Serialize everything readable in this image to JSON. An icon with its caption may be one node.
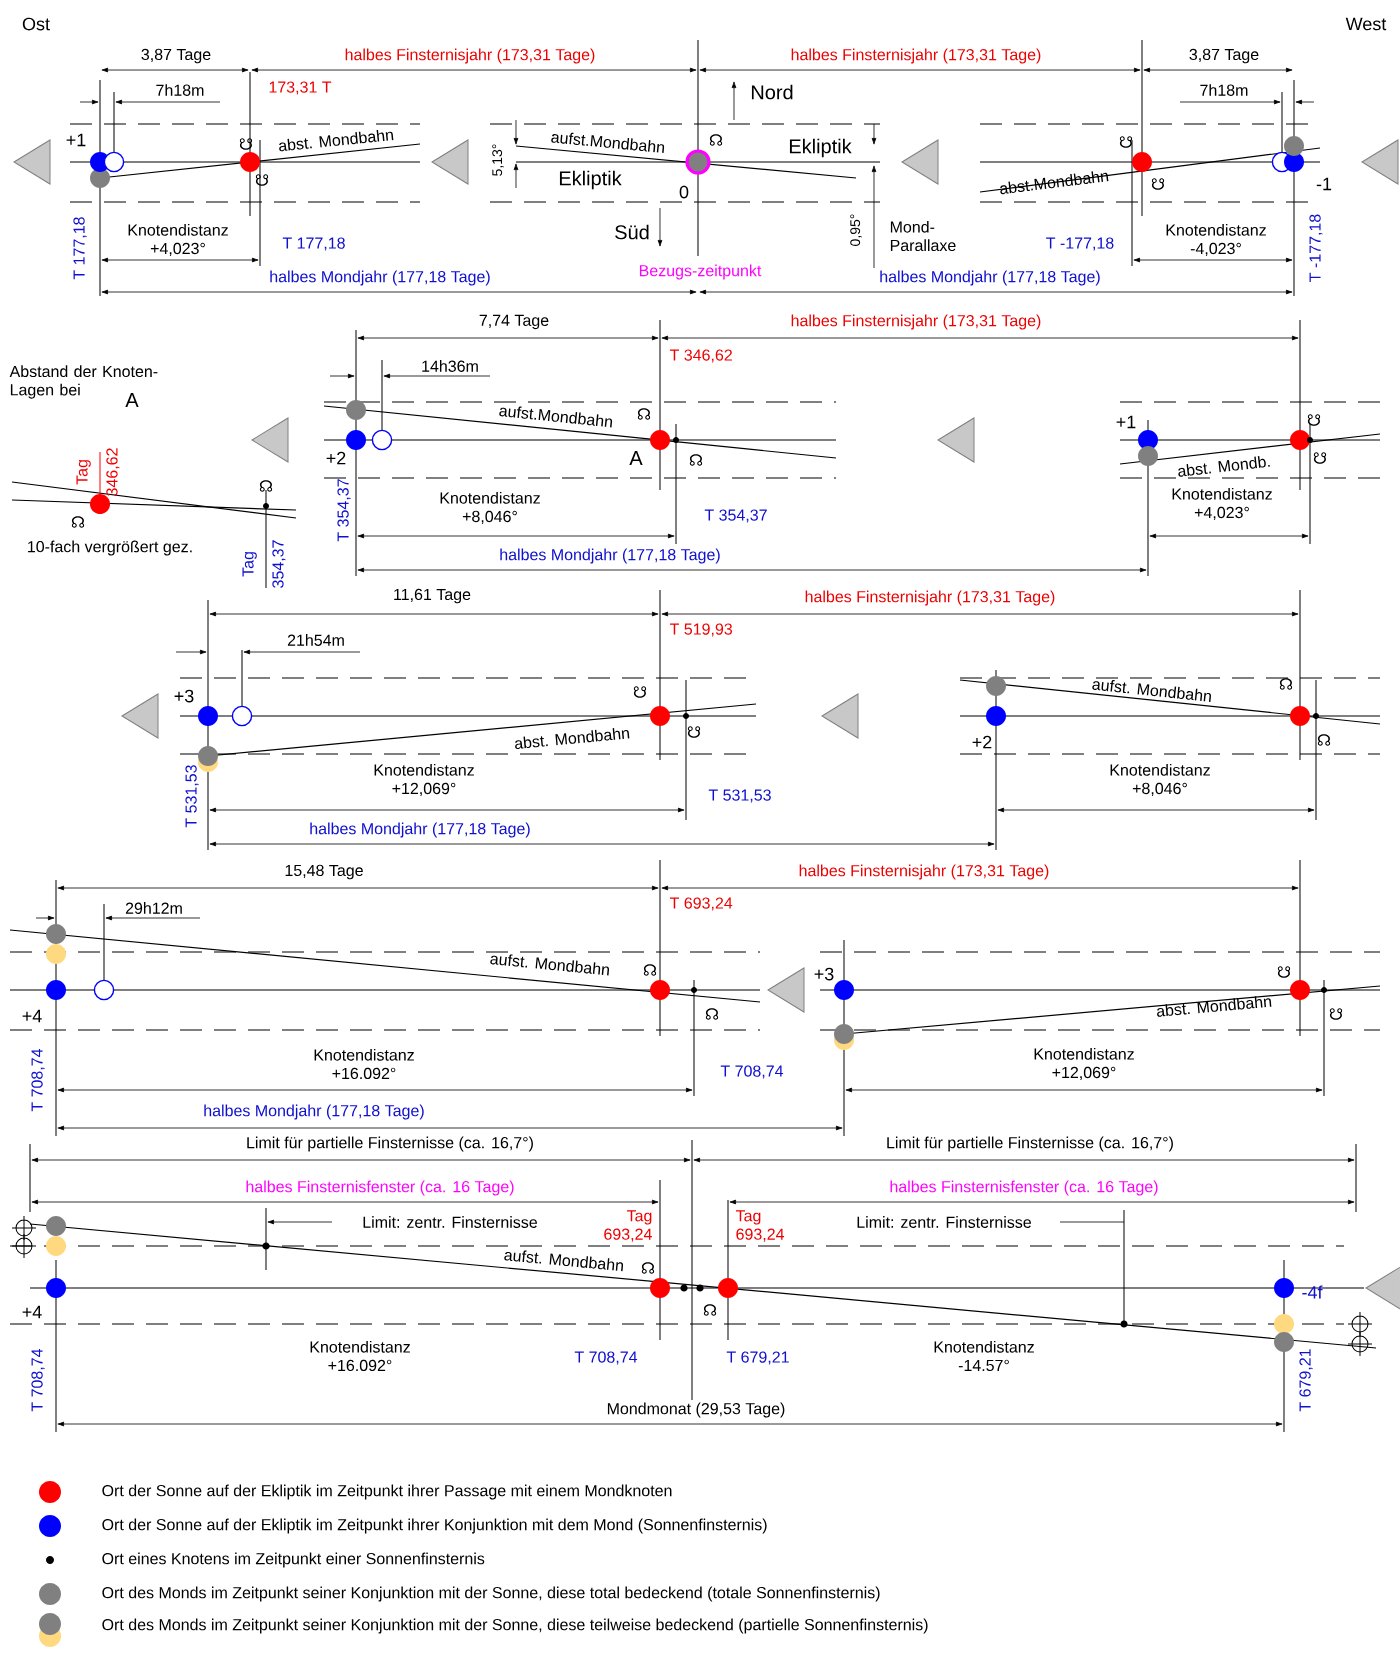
{
  "diagram": {
    "labels": [
      "Ost",
      "West",
      "3,87 Tage",
      "halbes Finsternisjahr (173,31 Tage)",
      "halbes Finsternisjahr (173,31 Tage)",
      "3,87 Tage",
      "7h18m",
      "173,31 T",
      "Nord",
      "7h18m",
      "+1",
      "☋",
      "abst. Mondbahn",
      "5,13°",
      "aufst.Mondbahn",
      "☊",
      "Ekliptik",
      "☋",
      "Ekliptik",
      "0",
      "☋",
      "abst.Mondbahn",
      "☋",
      "-1",
      "Süd",
      "0,95°",
      "Mond- Parallaxe",
      "T 177,18",
      "Knotendistanz +4,023°",
      "T 177,18",
      "T -177,18",
      "Knotendistanz -4,023°",
      "T -177,18",
      "halbes Mondjahr (177,18 Tage)",
      "Bezugs-zeitpunkt",
      "halbes Mondjahr (177,18 Tage)",
      "7,74 Tage",
      "halbes Finsternisjahr (173,31 Tage)",
      "Abstand der Knoten- Lagen bei",
      "A",
      "T 346,62",
      "14h36m",
      "aufst.Mondbahn",
      "☊",
      "+1",
      "☋",
      "+2",
      "A",
      "☊",
      "abst. Mondb.",
      "☋",
      "Tag 346,62",
      "☊",
      "☊",
      "10-fach vergrößert gez.",
      "Tag 354,37",
      "Knotendistanz +8,046°",
      "T 354,37",
      "T 354,37",
      "Knotendistanz +4,023°",
      "halbes Mondjahr (177,18 Tage)",
      "11,61 Tage",
      "halbes Finsternisjahr (173,31 Tage)",
      "T 519,93",
      "21h54m",
      "aufst. Mondbahn",
      "☊",
      "+3",
      "☋",
      "abst. Mondbahn",
      "☋",
      "+2",
      "☊",
      "T 531,53",
      "Knotendistanz +12,069°",
      "T 531,53",
      "Knotendistanz +8,046°",
      "halbes Mondjahr (177,18 Tage)",
      "15,48 Tage",
      "halbes Finsternisjahr (173,31 Tage)",
      "29h12m",
      "T 693,24",
      "aufst. Mondbahn",
      "☊",
      "+3",
      "☋",
      "abst. Mondbahn",
      "+4",
      "☊",
      "☋",
      "T 708,74",
      "Knotendistanz +16.092°",
      "T 708,74",
      "Knotendistanz +12,069°",
      "halbes Mondjahr (177,18 Tage)",
      "Limit für partielle Finsternisse (ca. 16,7°)",
      "Limit für partielle Finsternisse (ca. 16,7°)",
      "halbes Finsternisfenster (ca. 16 Tage)",
      "halbes Finsternisfenster (ca. 16 Tage)",
      "Limit: zentr. Finsternisse",
      "Tag 693,24",
      "Tag 693,24",
      "Limit: zentr. Finsternisse",
      "aufst. Mondbahn",
      "☊",
      "-4f",
      "+4",
      "☊",
      "T 708,74",
      "Knotendistanz +16.092°",
      "T 708,74",
      "T 679,21",
      "Knotendistanz -14.57°",
      "T 679,21",
      "Mondmonat (29,53 Tage)"
    ],
    "legend": [
      {
        "text": "Ort der Sonne auf der Ekliptik im Zeitpunkt ihrer Passage mit einem Mondknoten",
        "color": "#ff0000"
      },
      {
        "text": "Ort der Sonne auf der Ekliptik im Zeitpunkt ihrer Konjunktion mit dem Mond (Sonnenfinsternis)",
        "color": "#0000ff"
      },
      {
        "text": "Ort eines Knotens im Zeitpunkt einer Sonnenfinsternis",
        "color": "#000000"
      },
      {
        "text": "Ort des Monds im Zeitpunkt seiner Konjunktion mit der Sonne, diese total bedeckend (totale Sonnenfinsternis)",
        "color": "#808080"
      },
      {
        "text": "Ort des Monds im Zeitpunkt seiner Konjunktion mit der Sonne, diese teilweise bedeckend (partielle Sonnenfinsternis)"
      }
    ]
  }
}
